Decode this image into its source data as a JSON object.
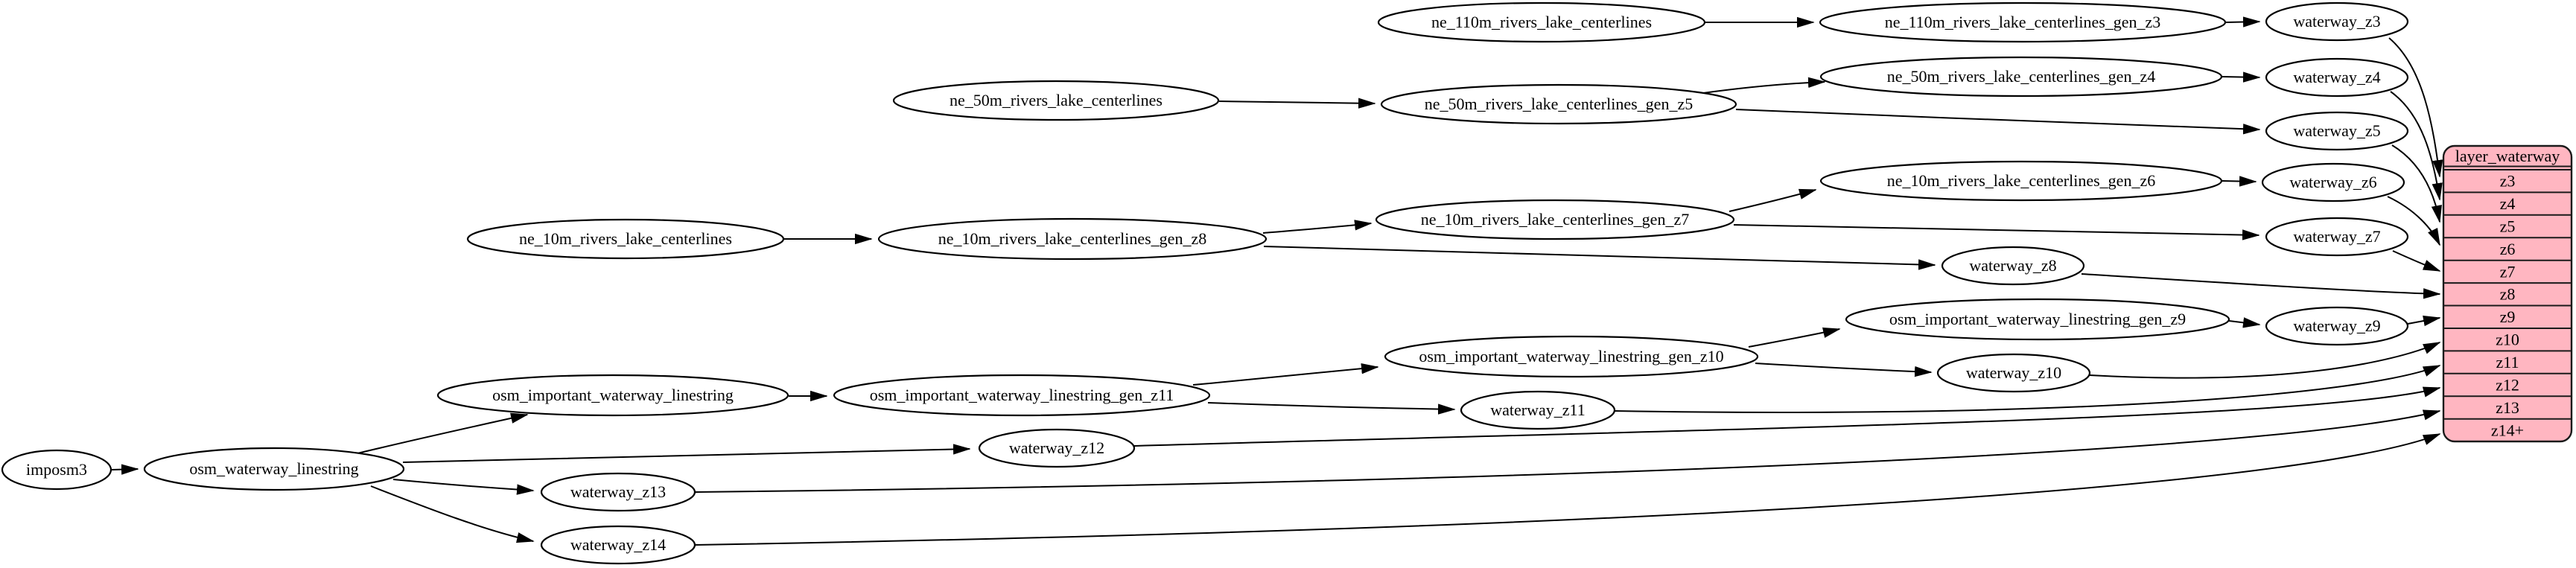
{
  "diagram_type": "graphviz-etl-dependency-graph",
  "colors": {
    "background": "#ffffff",
    "node_fill": "#ffffff",
    "node_stroke": "#000000",
    "edge": "#000000",
    "text": "#000000",
    "record_fill": "#ffb6c1",
    "record_stroke": "#1a1a1a"
  },
  "nodes": {
    "imposm3": "imposm3",
    "osm_waterway_linestring": "osm_waterway_linestring",
    "osm_important_waterway_linestring": "osm_important_waterway_linestring",
    "osm_important_waterway_linestring_gen_z11": "osm_important_waterway_linestring_gen_z11",
    "osm_important_waterway_linestring_gen_z10": "osm_important_waterway_linestring_gen_z10",
    "osm_important_waterway_linestring_gen_z9": "osm_important_waterway_linestring_gen_z9",
    "ne_110m_rivers_lake_centerlines": "ne_110m_rivers_lake_centerlines",
    "ne_110m_rivers_lake_centerlines_gen_z3": "ne_110m_rivers_lake_centerlines_gen_z3",
    "ne_50m_rivers_lake_centerlines": "ne_50m_rivers_lake_centerlines",
    "ne_50m_rivers_lake_centerlines_gen_z5": "ne_50m_rivers_lake_centerlines_gen_z5",
    "ne_50m_rivers_lake_centerlines_gen_z4": "ne_50m_rivers_lake_centerlines_gen_z4",
    "ne_10m_rivers_lake_centerlines": "ne_10m_rivers_lake_centerlines",
    "ne_10m_rivers_lake_centerlines_gen_z8": "ne_10m_rivers_lake_centerlines_gen_z8",
    "ne_10m_rivers_lake_centerlines_gen_z7": "ne_10m_rivers_lake_centerlines_gen_z7",
    "ne_10m_rivers_lake_centerlines_gen_z6": "ne_10m_rivers_lake_centerlines_gen_z6",
    "waterway_z3": "waterway_z3",
    "waterway_z4": "waterway_z4",
    "waterway_z5": "waterway_z5",
    "waterway_z6": "waterway_z6",
    "waterway_z7": "waterway_z7",
    "waterway_z8": "waterway_z8",
    "waterway_z9": "waterway_z9",
    "waterway_z10": "waterway_z10",
    "waterway_z11": "waterway_z11",
    "waterway_z12": "waterway_z12",
    "waterway_z13": "waterway_z13",
    "waterway_z14": "waterway_z14"
  },
  "record": {
    "title": "layer_waterway",
    "rows": [
      "z3",
      "z4",
      "z5",
      "z6",
      "z7",
      "z8",
      "z9",
      "z10",
      "z11",
      "z12",
      "z13",
      "z14+"
    ]
  },
  "edges": [
    {
      "from": "imposm3",
      "to": "osm_waterway_linestring"
    },
    {
      "from": "osm_waterway_linestring",
      "to": "osm_important_waterway_linestring"
    },
    {
      "from": "osm_waterway_linestring",
      "to": "waterway_z12"
    },
    {
      "from": "osm_waterway_linestring",
      "to": "waterway_z13"
    },
    {
      "from": "osm_waterway_linestring",
      "to": "waterway_z14"
    },
    {
      "from": "osm_important_waterway_linestring",
      "to": "osm_important_waterway_linestring_gen_z11"
    },
    {
      "from": "osm_important_waterway_linestring_gen_z11",
      "to": "osm_important_waterway_linestring_gen_z10"
    },
    {
      "from": "osm_important_waterway_linestring_gen_z11",
      "to": "waterway_z11"
    },
    {
      "from": "osm_important_waterway_linestring_gen_z10",
      "to": "osm_important_waterway_linestring_gen_z9"
    },
    {
      "from": "osm_important_waterway_linestring_gen_z10",
      "to": "waterway_z10"
    },
    {
      "from": "osm_important_waterway_linestring_gen_z9",
      "to": "waterway_z9"
    },
    {
      "from": "ne_110m_rivers_lake_centerlines",
      "to": "ne_110m_rivers_lake_centerlines_gen_z3"
    },
    {
      "from": "ne_110m_rivers_lake_centerlines_gen_z3",
      "to": "waterway_z3"
    },
    {
      "from": "ne_50m_rivers_lake_centerlines",
      "to": "ne_50m_rivers_lake_centerlines_gen_z5"
    },
    {
      "from": "ne_50m_rivers_lake_centerlines_gen_z5",
      "to": "ne_50m_rivers_lake_centerlines_gen_z4"
    },
    {
      "from": "ne_50m_rivers_lake_centerlines_gen_z5",
      "to": "waterway_z5"
    },
    {
      "from": "ne_50m_rivers_lake_centerlines_gen_z4",
      "to": "waterway_z4"
    },
    {
      "from": "ne_10m_rivers_lake_centerlines",
      "to": "ne_10m_rivers_lake_centerlines_gen_z8"
    },
    {
      "from": "ne_10m_rivers_lake_centerlines_gen_z8",
      "to": "ne_10m_rivers_lake_centerlines_gen_z7"
    },
    {
      "from": "ne_10m_rivers_lake_centerlines_gen_z8",
      "to": "waterway_z8"
    },
    {
      "from": "ne_10m_rivers_lake_centerlines_gen_z7",
      "to": "ne_10m_rivers_lake_centerlines_gen_z6"
    },
    {
      "from": "ne_10m_rivers_lake_centerlines_gen_z7",
      "to": "waterway_z7"
    },
    {
      "from": "ne_10m_rivers_lake_centerlines_gen_z6",
      "to": "waterway_z6"
    },
    {
      "from": "waterway_z3",
      "to": "layer_waterway.z3"
    },
    {
      "from": "waterway_z4",
      "to": "layer_waterway.z4"
    },
    {
      "from": "waterway_z5",
      "to": "layer_waterway.z5"
    },
    {
      "from": "waterway_z6",
      "to": "layer_waterway.z6"
    },
    {
      "from": "waterway_z7",
      "to": "layer_waterway.z7"
    },
    {
      "from": "waterway_z8",
      "to": "layer_waterway.z8"
    },
    {
      "from": "waterway_z9",
      "to": "layer_waterway.z9"
    },
    {
      "from": "waterway_z10",
      "to": "layer_waterway.z10"
    },
    {
      "from": "waterway_z11",
      "to": "layer_waterway.z11"
    },
    {
      "from": "waterway_z12",
      "to": "layer_waterway.z12"
    },
    {
      "from": "waterway_z13",
      "to": "layer_waterway.z13"
    },
    {
      "from": "waterway_z14",
      "to": "layer_waterway.z14+"
    }
  ]
}
